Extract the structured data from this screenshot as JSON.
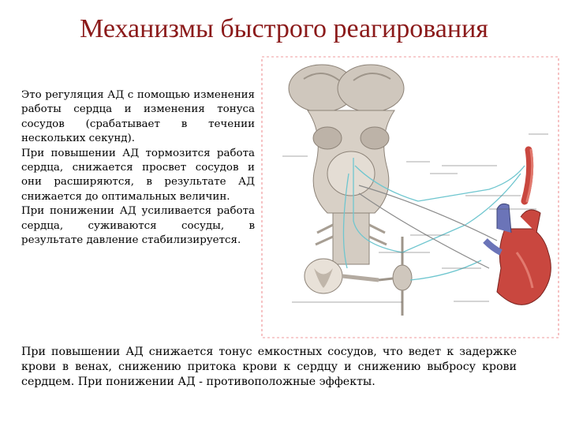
{
  "title": "Механизмы быстрого реагирования",
  "left_paragraphs": [
    "Это регуляция АД с помощью изменения работы сердца и изменения тонуса сосудов (срабатывает в течении нескольких секунд).",
    "При повышении АД тормозится работа сердца, снижается просвет сосудов и они расширяются, в результате АД снижается до оптимальных величин.",
    "При понижении АД усиливается работа сердца, суживаются сосуды, в результате давление стабилизируется."
  ],
  "bottom_paragraph": "При повышении АД снижается тонус емкостных сосудов, что ведет к задержке крови в венах, снижению притока крови к сердцу и снижению выбросу крови сердцем. При понижении АД - противоположные эффекты.",
  "figure": {
    "colors": {
      "brain": "#cfc7bd",
      "brain_shadow": "#9e958a",
      "nerve_cyan": "#6fc6cf",
      "nerve_gray": "#8a8a8a",
      "heart": "#c9473f",
      "heart_light": "#e27a6f",
      "vessel_blue": "#6b74b8",
      "border_red": "#e0383a"
    }
  }
}
